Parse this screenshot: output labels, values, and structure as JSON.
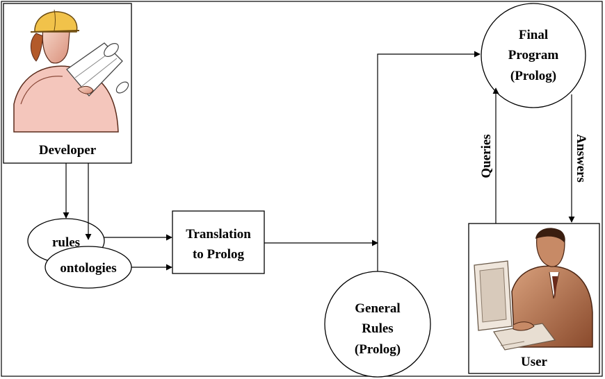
{
  "nodes": {
    "developer": "Developer",
    "rules": "rules",
    "ontologies": "ontologies",
    "translation": [
      "Translation",
      "to Prolog"
    ],
    "general_rules": [
      "General",
      "Rules",
      "(Prolog)"
    ],
    "final_program": [
      "Final",
      "Program",
      "(Prolog)"
    ],
    "user": "User"
  },
  "edges": {
    "queries": "Queries",
    "answers": "Answers"
  }
}
